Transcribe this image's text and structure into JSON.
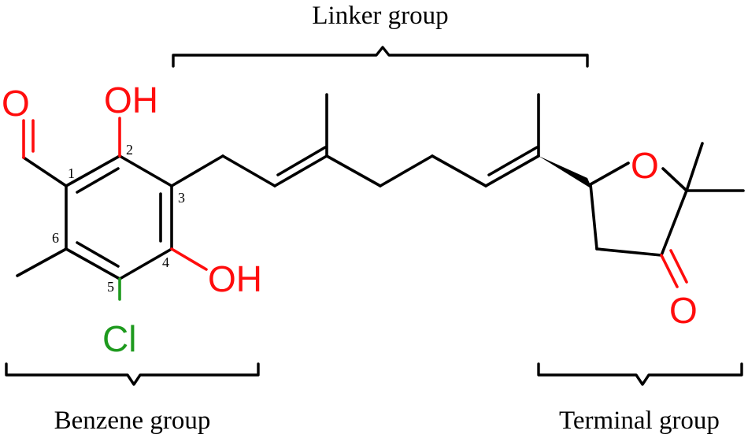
{
  "labels": {
    "linker": "Linker group",
    "benzene": "Benzene group",
    "terminal": "Terminal group"
  },
  "atoms": {
    "aldehyde_o": "O",
    "oh_top": "OH",
    "oh_bottom": "OH",
    "chlorine": "Cl",
    "ring_o": "O",
    "ketone_o": "O"
  },
  "locants": [
    "1",
    "2",
    "3",
    "4",
    "5",
    "6"
  ],
  "colors": {
    "oxygen": "#ff0d0d",
    "chlorine": "#1e9a1e",
    "bond": "#000000"
  }
}
